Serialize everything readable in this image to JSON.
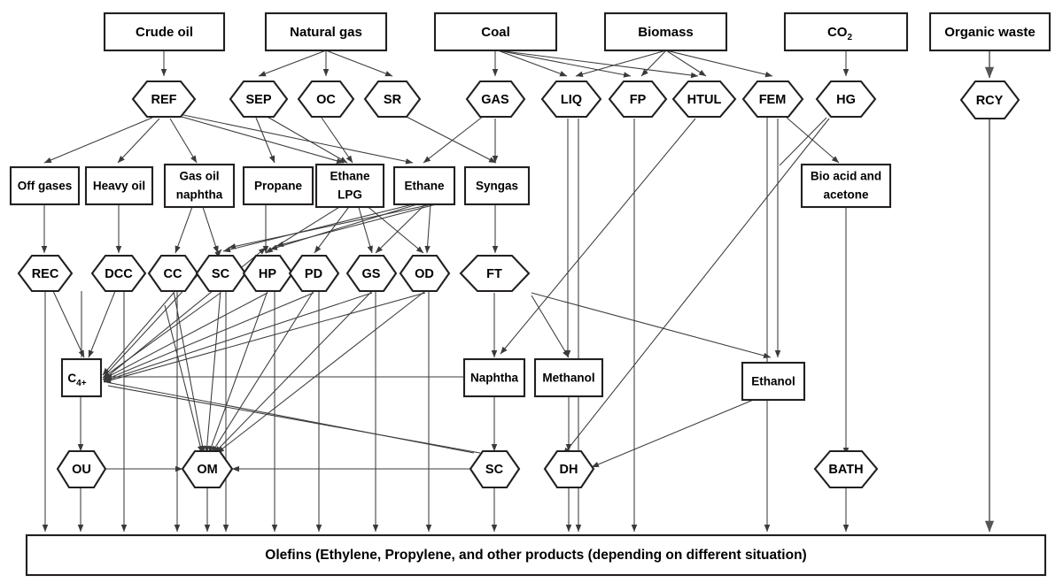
{
  "diagram": {
    "title_bar": "Olefins (Ethylene, Propylene, and other products (depending on different situation)",
    "feedstocks": [
      {
        "id": "crude_oil",
        "label": "Crude oil"
      },
      {
        "id": "natural_gas",
        "label": "Natural gas"
      },
      {
        "id": "coal",
        "label": "Coal"
      },
      {
        "id": "biomass",
        "label": "Biomass"
      },
      {
        "id": "co2",
        "label": "CO",
        "sub": "2"
      },
      {
        "id": "organic_waste",
        "label": "Organic waste"
      }
    ],
    "process_row1": [
      {
        "id": "ref",
        "label": "REF"
      },
      {
        "id": "sep",
        "label": "SEP"
      },
      {
        "id": "oc",
        "label": "OC"
      },
      {
        "id": "sr",
        "label": "SR"
      },
      {
        "id": "gas",
        "label": "GAS"
      },
      {
        "id": "liq",
        "label": "LIQ"
      },
      {
        "id": "fp",
        "label": "FP"
      },
      {
        "id": "htul",
        "label": "HTUL"
      },
      {
        "id": "fem",
        "label": "FEM"
      },
      {
        "id": "hg",
        "label": "HG"
      },
      {
        "id": "rcy",
        "label": "RCY"
      }
    ],
    "intermediates_row1": [
      {
        "id": "off_gases",
        "label": "Off gases"
      },
      {
        "id": "heavy_oil",
        "label": "Heavy oil"
      },
      {
        "id": "gas_oil_naphtha",
        "line1": "Gas oil",
        "line2": "naphtha"
      },
      {
        "id": "propane",
        "label": "Propane"
      },
      {
        "id": "ethane_lpg",
        "line1": "Ethane",
        "line2": "LPG"
      },
      {
        "id": "ethane",
        "label": "Ethane"
      },
      {
        "id": "syngas",
        "label": "Syngas"
      },
      {
        "id": "bio_acid_acetone",
        "line1": "Bio acid and",
        "line2": "acetone"
      }
    ],
    "process_row2": [
      {
        "id": "rec",
        "label": "REC"
      },
      {
        "id": "dcc",
        "label": "DCC"
      },
      {
        "id": "cc",
        "label": "CC"
      },
      {
        "id": "sc_mid",
        "label": "SC"
      },
      {
        "id": "hp",
        "label": "HP"
      },
      {
        "id": "pd",
        "label": "PD"
      },
      {
        "id": "gs",
        "label": "GS"
      },
      {
        "id": "od",
        "label": "OD"
      },
      {
        "id": "ft",
        "label": "FT"
      }
    ],
    "intermediates_row2": [
      {
        "id": "c4plus",
        "label": "C",
        "sub": "4+"
      },
      {
        "id": "naphtha",
        "label": "Naphtha"
      },
      {
        "id": "methanol",
        "label": "Methanol"
      },
      {
        "id": "ethanol",
        "label": "Ethanol"
      }
    ],
    "process_row3": [
      {
        "id": "ou",
        "label": "OU"
      },
      {
        "id": "om",
        "label": "OM"
      },
      {
        "id": "sc_low",
        "label": "SC"
      },
      {
        "id": "dh",
        "label": "DH"
      },
      {
        "id": "bath",
        "label": "BATH"
      }
    ],
    "colors": {
      "stroke": "#231f20",
      "edge": "#3a3a3a",
      "background": "#ffffff"
    }
  }
}
